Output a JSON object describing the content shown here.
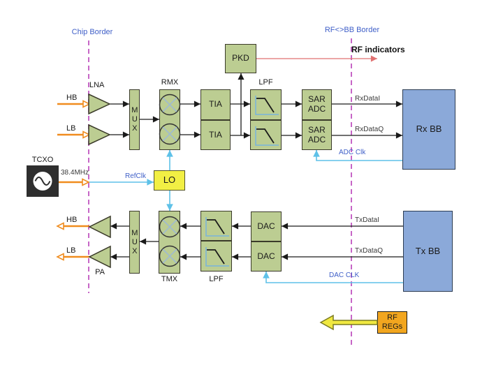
{
  "diagram": {
    "borders": {
      "chip_label": "Chip Border",
      "rfbb_label": "RF<>BB Border"
    },
    "blocks": {
      "tcxo": "TCXO",
      "lna": "LNA",
      "mux_rx": "MUX",
      "rmx": "RMX",
      "tia_i": "TIA",
      "tia_q": "TIA",
      "pkd": "PKD",
      "lpf_rx": "LPF",
      "sar_adc_i": "SAR ADC",
      "sar_adc_q": "SAR ADC",
      "rx_bb": "Rx BB",
      "lo": "LO",
      "mux_tx": "MUX",
      "tmx": "TMX",
      "lpf_tx": "LPF",
      "dac_i": "DAC",
      "dac_q": "DAC",
      "tx_bb": "Tx BB",
      "pa": "PA",
      "rf_regs": "RF REGs"
    },
    "signals": {
      "hb_rx": "HB",
      "lb_rx": "LB",
      "hb_tx": "HB",
      "lb_tx": "LB",
      "ref_freq": "38.4MHz",
      "refclk": "RefClk",
      "rx_data_i": "RxDataI",
      "rx_data_q": "RxDataQ",
      "adc_clk": "ADC Clk",
      "tx_data_i": "TxDataI",
      "tx_data_q": "TxDataQ",
      "dac_clk": "DAC CLK",
      "rf_indicators": "RF indicators"
    },
    "colors": {
      "block_green": "#bccd92",
      "block_blue": "#8ba9d9",
      "block_yellow": "#f2ef44",
      "block_orange": "#f2a61f",
      "tcxo_black": "#2e2e2e",
      "line_black": "#1a1a1a",
      "line_cyan": "#5ec1e8",
      "line_red": "#e07070",
      "line_orange": "#f08c1e",
      "mixer_cross": "#9cb9d6",
      "dash_magenta": "#c766c7",
      "label_blue": "#4060c8",
      "regs_arrow_yellow": "#f0e840"
    }
  }
}
